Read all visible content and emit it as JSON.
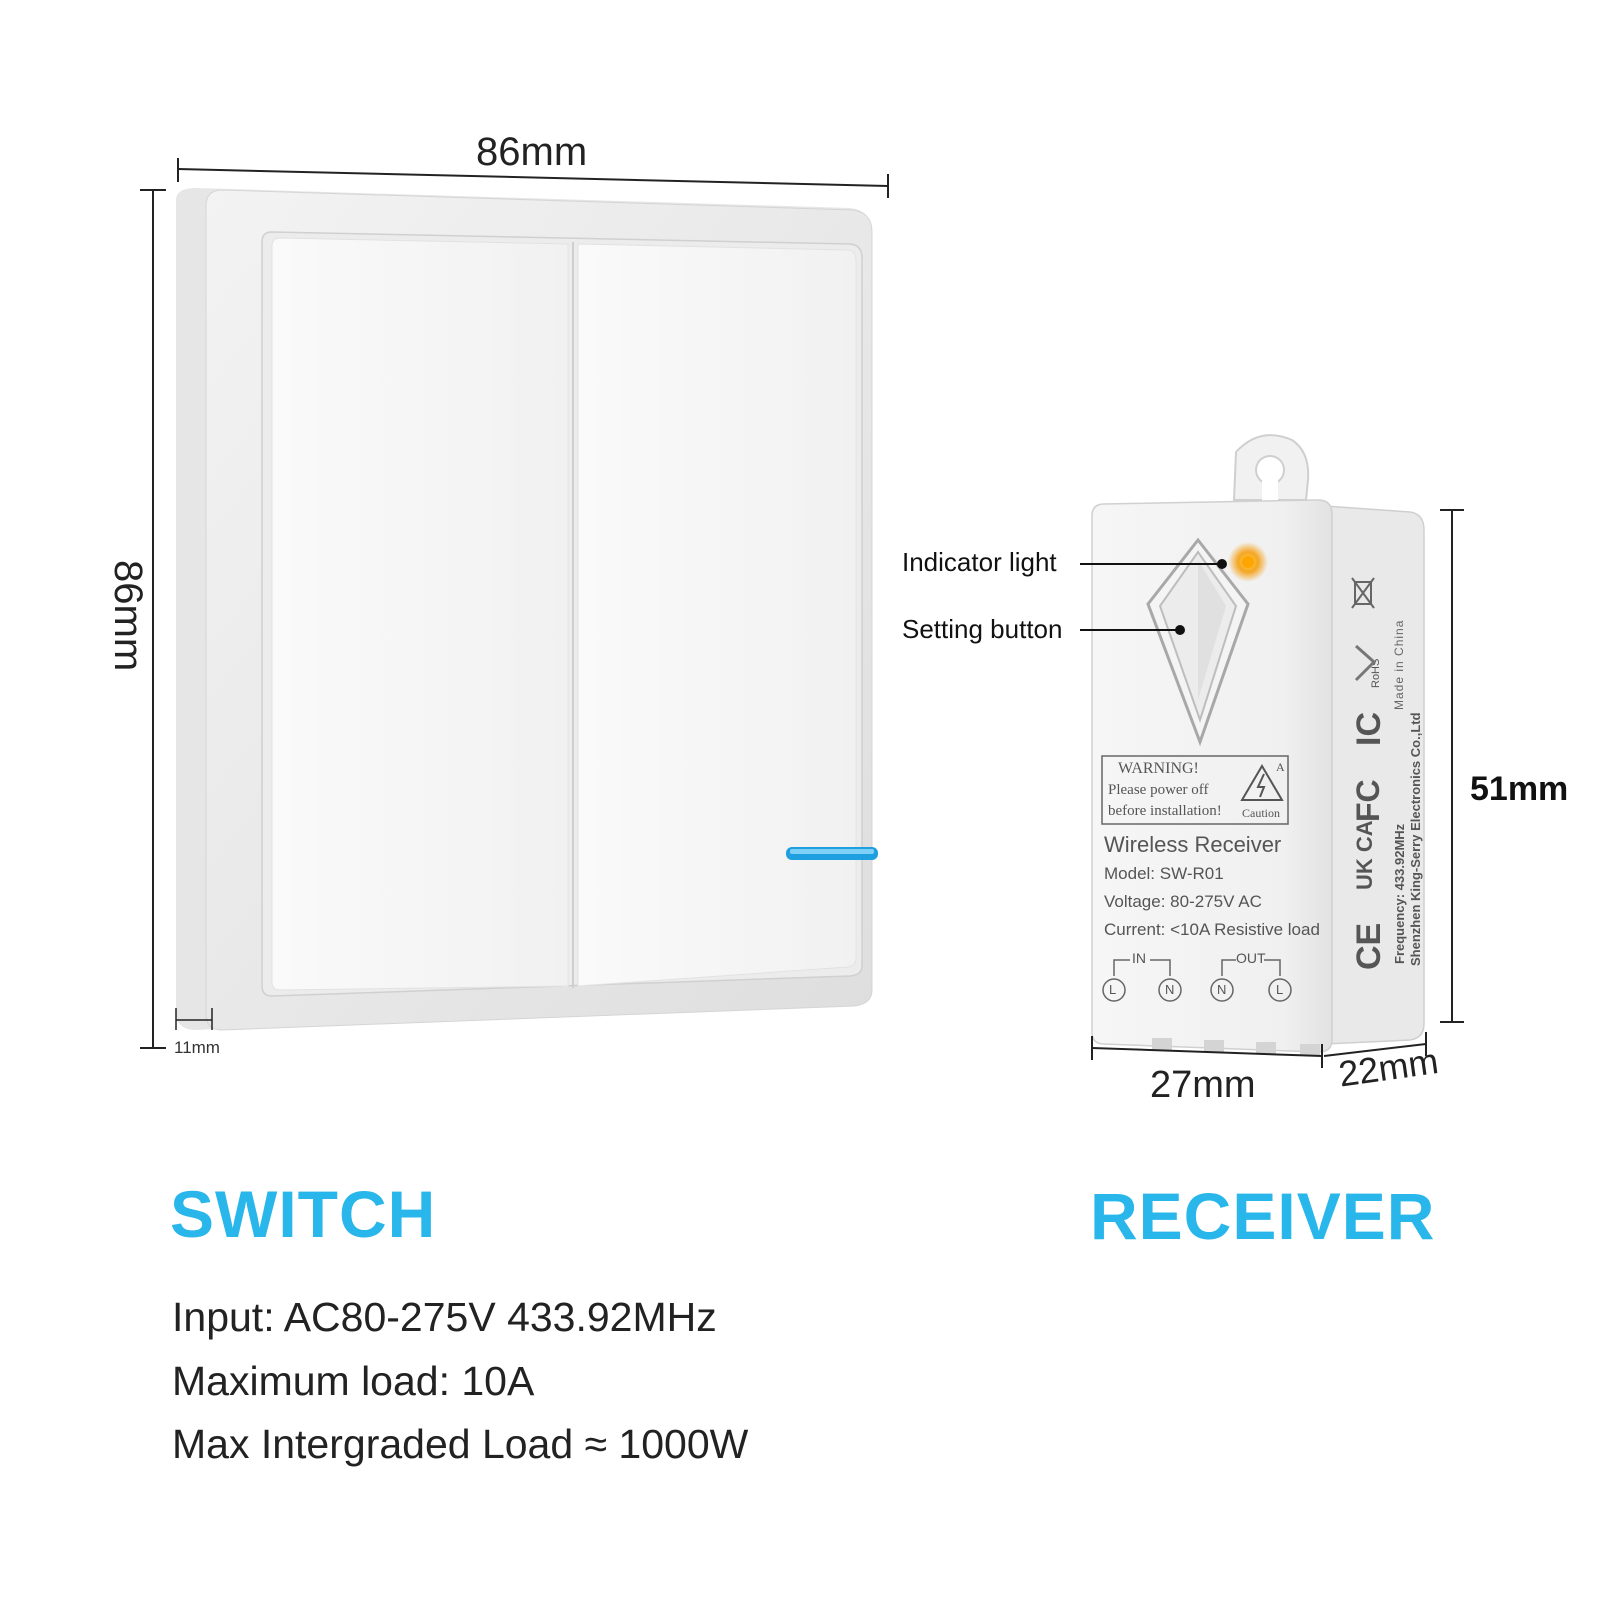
{
  "dimensions": {
    "switch_width": "86mm",
    "switch_height": "86mm",
    "switch_depth": "11mm",
    "receiver_width": "27mm",
    "receiver_height": "51mm",
    "receiver_depth": "22mm"
  },
  "callouts": {
    "indicator_light": "Indicator light",
    "setting_button": "Setting button"
  },
  "receiver_label": {
    "warning_title": "WARNING!",
    "warning_line1": "Please power off",
    "warning_line2": "before installation!",
    "caution_letter": "A",
    "caution_text": "Caution",
    "product_name": "Wireless Receiver",
    "model": "Model: SW-R01",
    "voltage": "Voltage: 80-275V AC",
    "current": "Current: <10A Resistive load",
    "in_label": "IN",
    "out_label": "OUT",
    "terminals": [
      "L",
      "N",
      "N",
      "L"
    ],
    "side_made_in": "Made in China",
    "side_rohs": "RoHS",
    "side_frequency": "Frequency: 433.92MHz",
    "side_company": "Shenzhen King-Serry Electronics Co.,Ltd",
    "side_marks": [
      "CE",
      "UK CA",
      "FC",
      "IC"
    ]
  },
  "headings": {
    "switch": "SWITCH",
    "receiver": "RECEIVER"
  },
  "specs": [
    "Input: AC80-275V 433.92MHz",
    "Maximum load: 10A",
    "Max Intergraded Load ≈ 1000W"
  ],
  "colors": {
    "accent": "#29b6ea",
    "indicator_strip": "#1e9fe0",
    "indicator_led": "#f5a623"
  }
}
